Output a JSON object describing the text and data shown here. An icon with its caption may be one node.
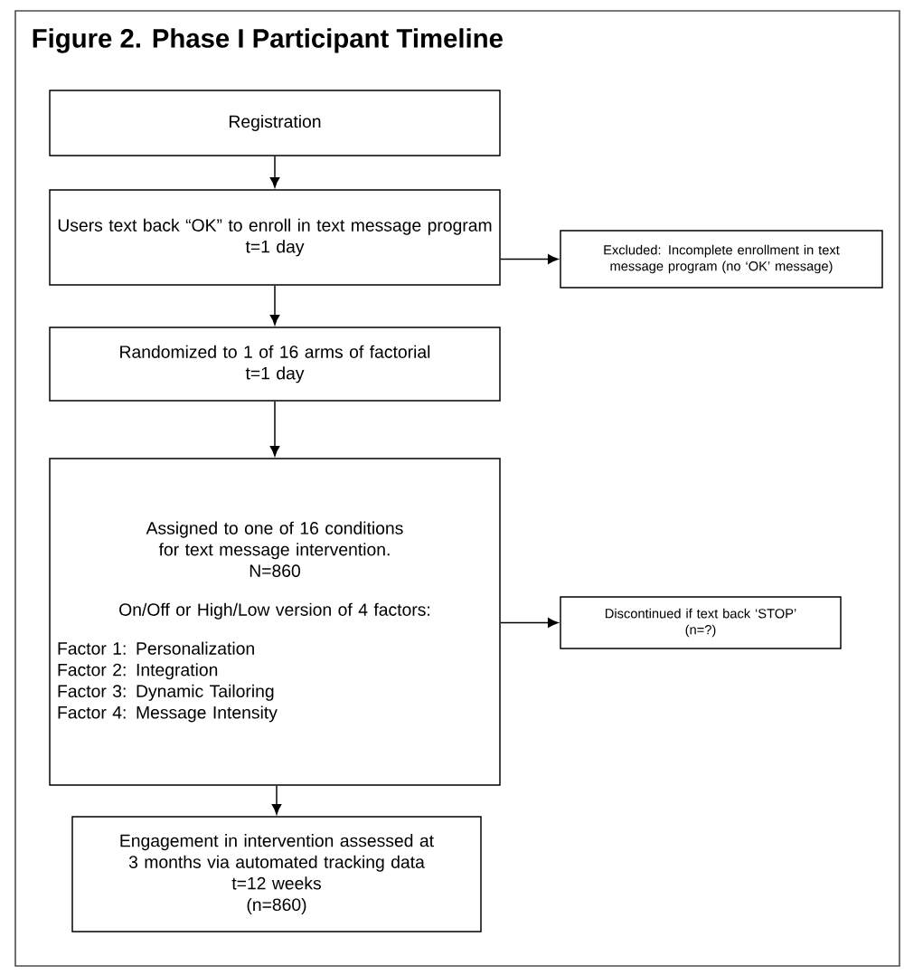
{
  "diagram": {
    "title": "Figure 2. Phase I Participant Timeline",
    "nodes": [
      {
        "text": [
          "Registration"
        ]
      },
      {
        "text": [
          "Users text back “OK” to enroll in text message program",
          "t=1 day"
        ]
      },
      {
        "text": [
          "Excluded: Incomplete enrollment in text message program (no ‘OK’ message)"
        ]
      },
      {
        "text": [
          "Randomized to 1 of 16 arms of factorial",
          "t=1 day"
        ]
      },
      {
        "text": [
          "Assigned to one of 16 conditions for text message intervention.",
          "N=860",
          "On/Off or High/Low version of 4 factors:",
          "Factor 1: Personalization",
          "Factor 2: Integration",
          "Factor 3: Dynamic Tailoring",
          "Factor 4: Message Intensity"
        ]
      },
      {
        "text": [
          "Discontinued if text back ‘STOP’",
          "(n=?)"
        ]
      },
      {
        "text": [
          "Engagement in intervention assessed at 3 months via automated tracking data",
          "t=12 weeks",
          "(n=860)"
        ]
      }
    ],
    "edges": [
      {
        "from": 0,
        "to": 1,
        "arrow": "to"
      },
      {
        "from": 1,
        "to": 2,
        "arrow": "to"
      },
      {
        "from": 1,
        "to": 3,
        "arrow": "to"
      },
      {
        "from": 3,
        "to": 4,
        "arrow": "to"
      },
      {
        "from": 4,
        "to": 5,
        "arrow": "to"
      },
      {
        "from": 4,
        "to": 6,
        "arrow": "to"
      }
    ]
  }
}
